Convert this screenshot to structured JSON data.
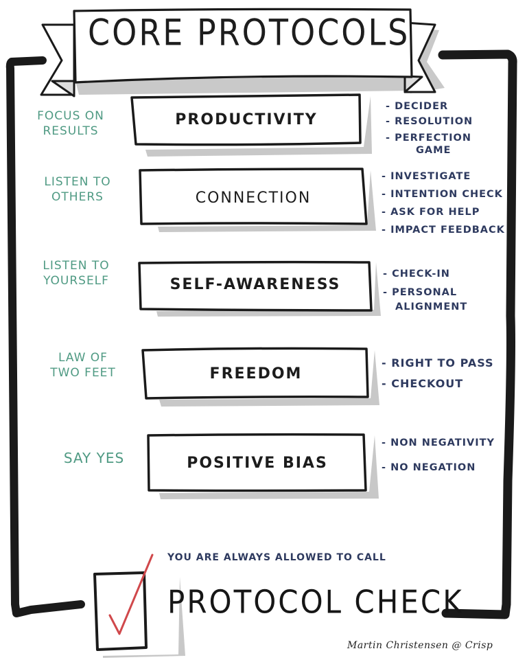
{
  "title": "Core Protocols",
  "colors": {
    "ink": "#1c1c1c",
    "motto_green": "#4f9a83",
    "protocol_navy": "#2e3a5f",
    "check_red": "#d0484b",
    "shadow_gray": "#c7c7c7"
  },
  "categories": [
    {
      "name": "Productivity",
      "motto": [
        "Focus on",
        "Results"
      ],
      "protocols": [
        "- Decider",
        "- Resolution",
        "- Perfection",
        "Game"
      ]
    },
    {
      "name": "Connection",
      "motto": [
        "Listen to",
        "Others"
      ],
      "protocols": [
        "- Investigate",
        "- Intention Check",
        "- Ask for Help",
        "- Impact Feedback"
      ]
    },
    {
      "name": "Self-Awareness",
      "motto": [
        "Listen to",
        "Yourself"
      ],
      "protocols": [
        "- Check-In",
        "- Personal",
        "Alignment"
      ]
    },
    {
      "name": "Freedom",
      "motto": [
        "Law of",
        "Two Feet"
      ],
      "protocols": [
        "- Right to Pass",
        "- Checkout"
      ]
    },
    {
      "name": "Positive Bias",
      "motto": [
        "Say Yes"
      ],
      "protocols": [
        "- Non Negativity",
        "- No Negation"
      ]
    }
  ],
  "protocol_check": {
    "note": "You are always allowed to call",
    "label": "Protocol Check",
    "checkbox_icon": "checkmark-icon"
  },
  "credit": "Martin Christensen @ Crisp"
}
